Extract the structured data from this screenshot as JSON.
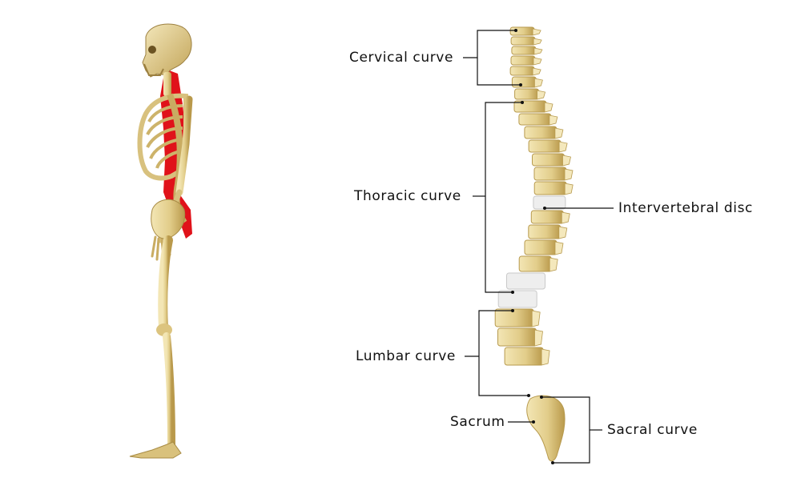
{
  "labels": {
    "cervical_curve": "Cervical curve",
    "thoracic_curve": "Thoracic curve",
    "lumbar_curve": "Lumbar curve",
    "sacrum": "Sacrum",
    "intervertebral_disc": "Intervertebral disc",
    "sacral_curve": "Sacral curve"
  },
  "colors": {
    "bone": "#e3cf8e",
    "bone_shadow": "#b79a4e",
    "bone_highlight": "#f4e8bc",
    "muscle": "#e0121a",
    "disc": "#eeeeee",
    "line": "#111111"
  }
}
